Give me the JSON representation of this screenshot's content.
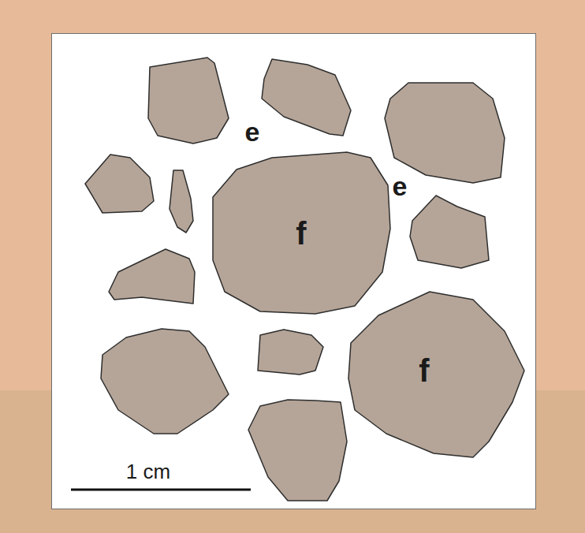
{
  "diagram": {
    "nodes": [
      {
        "text": [
          "f"
        ]
      },
      {
        "text": [
          "f"
        ]
      }
    ],
    "labels": [
      "e",
      "e",
      "1 cm"
    ]
  }
}
